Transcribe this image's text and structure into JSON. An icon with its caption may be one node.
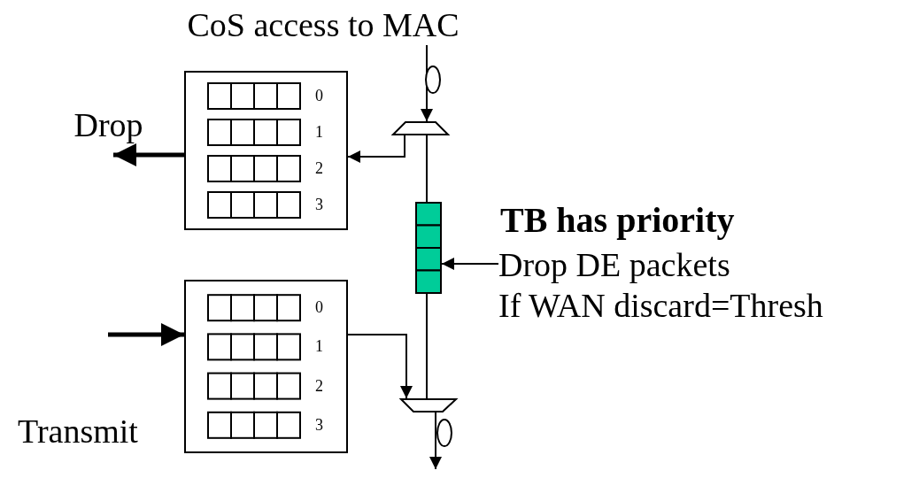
{
  "diagram": {
    "nodes": [
      {
        "text": [
          "CoS access to MAC"
        ]
      },
      {
        "text": [
          "0",
          "1",
          "2",
          "3"
        ]
      },
      {
        "text": [],
        "shape": "trapezoid"
      },
      {
        "text": [],
        "shape": "box"
      },
      {
        "text": [
          "Drop DE packets",
          "If WAN discard=Thresh"
        ]
      },
      {
        "text": [
          "0",
          "1",
          "2",
          "3"
        ]
      },
      {
        "text": [],
        "shape": "trapezoid"
      },
      {
        "text": [
          "Drop"
        ]
      }
    ],
    "edges": [
      {
        "from": 0,
        "to": 2,
        "arrow": "to"
      },
      {
        "from": 2,
        "to": 1,
        "arrow": "to"
      },
      {
        "from": 2,
        "to": 3,
        "arrow": "none"
      },
      {
        "from": 3,
        "to": 6,
        "arrow": "none"
      },
      {
        "from": 4,
        "to": 3,
        "arrow": "to"
      },
      {
        "from": 5,
        "to": 6,
        "arrow": "to"
      },
      {
        "from": 6,
        "to": null,
        "arrow": "to"
      },
      {
        "from": 1,
        "to": 7,
        "arrow": "to",
        "style": "thick"
      },
      {
        "from": null,
        "to": 5,
        "arrow": "to",
        "style": "thick"
      }
    ],
    "labels": [
      "TB has priority",
      "Transmit"
    ]
  }
}
